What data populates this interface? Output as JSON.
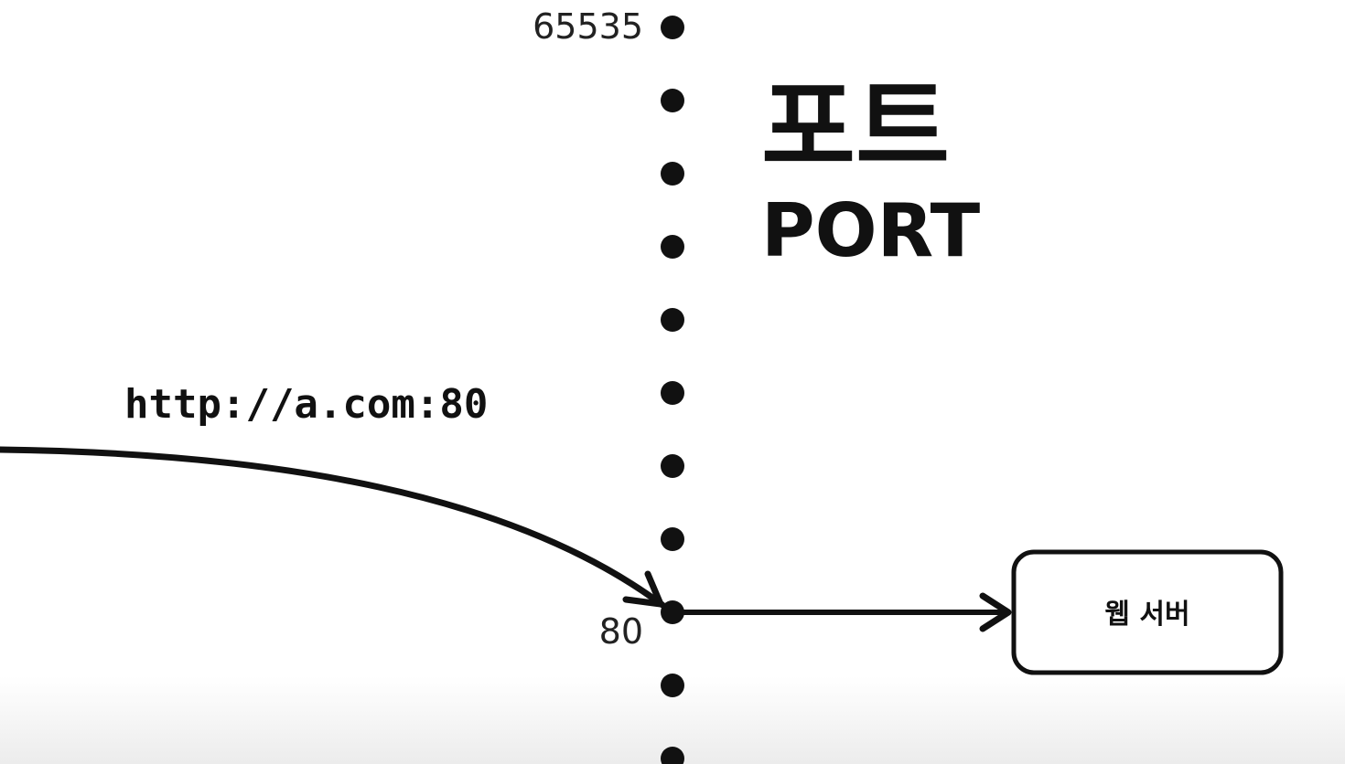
{
  "title": {
    "korean": "포트",
    "english": "PORT"
  },
  "port_axis": {
    "top_label": "65535",
    "highlight_label": "80"
  },
  "request": {
    "url": "http://a.com:80"
  },
  "server": {
    "label": "웹 서버"
  },
  "colors": {
    "ink": "#111111",
    "background": "#ffffff",
    "box_fill": "#ffffff"
  }
}
